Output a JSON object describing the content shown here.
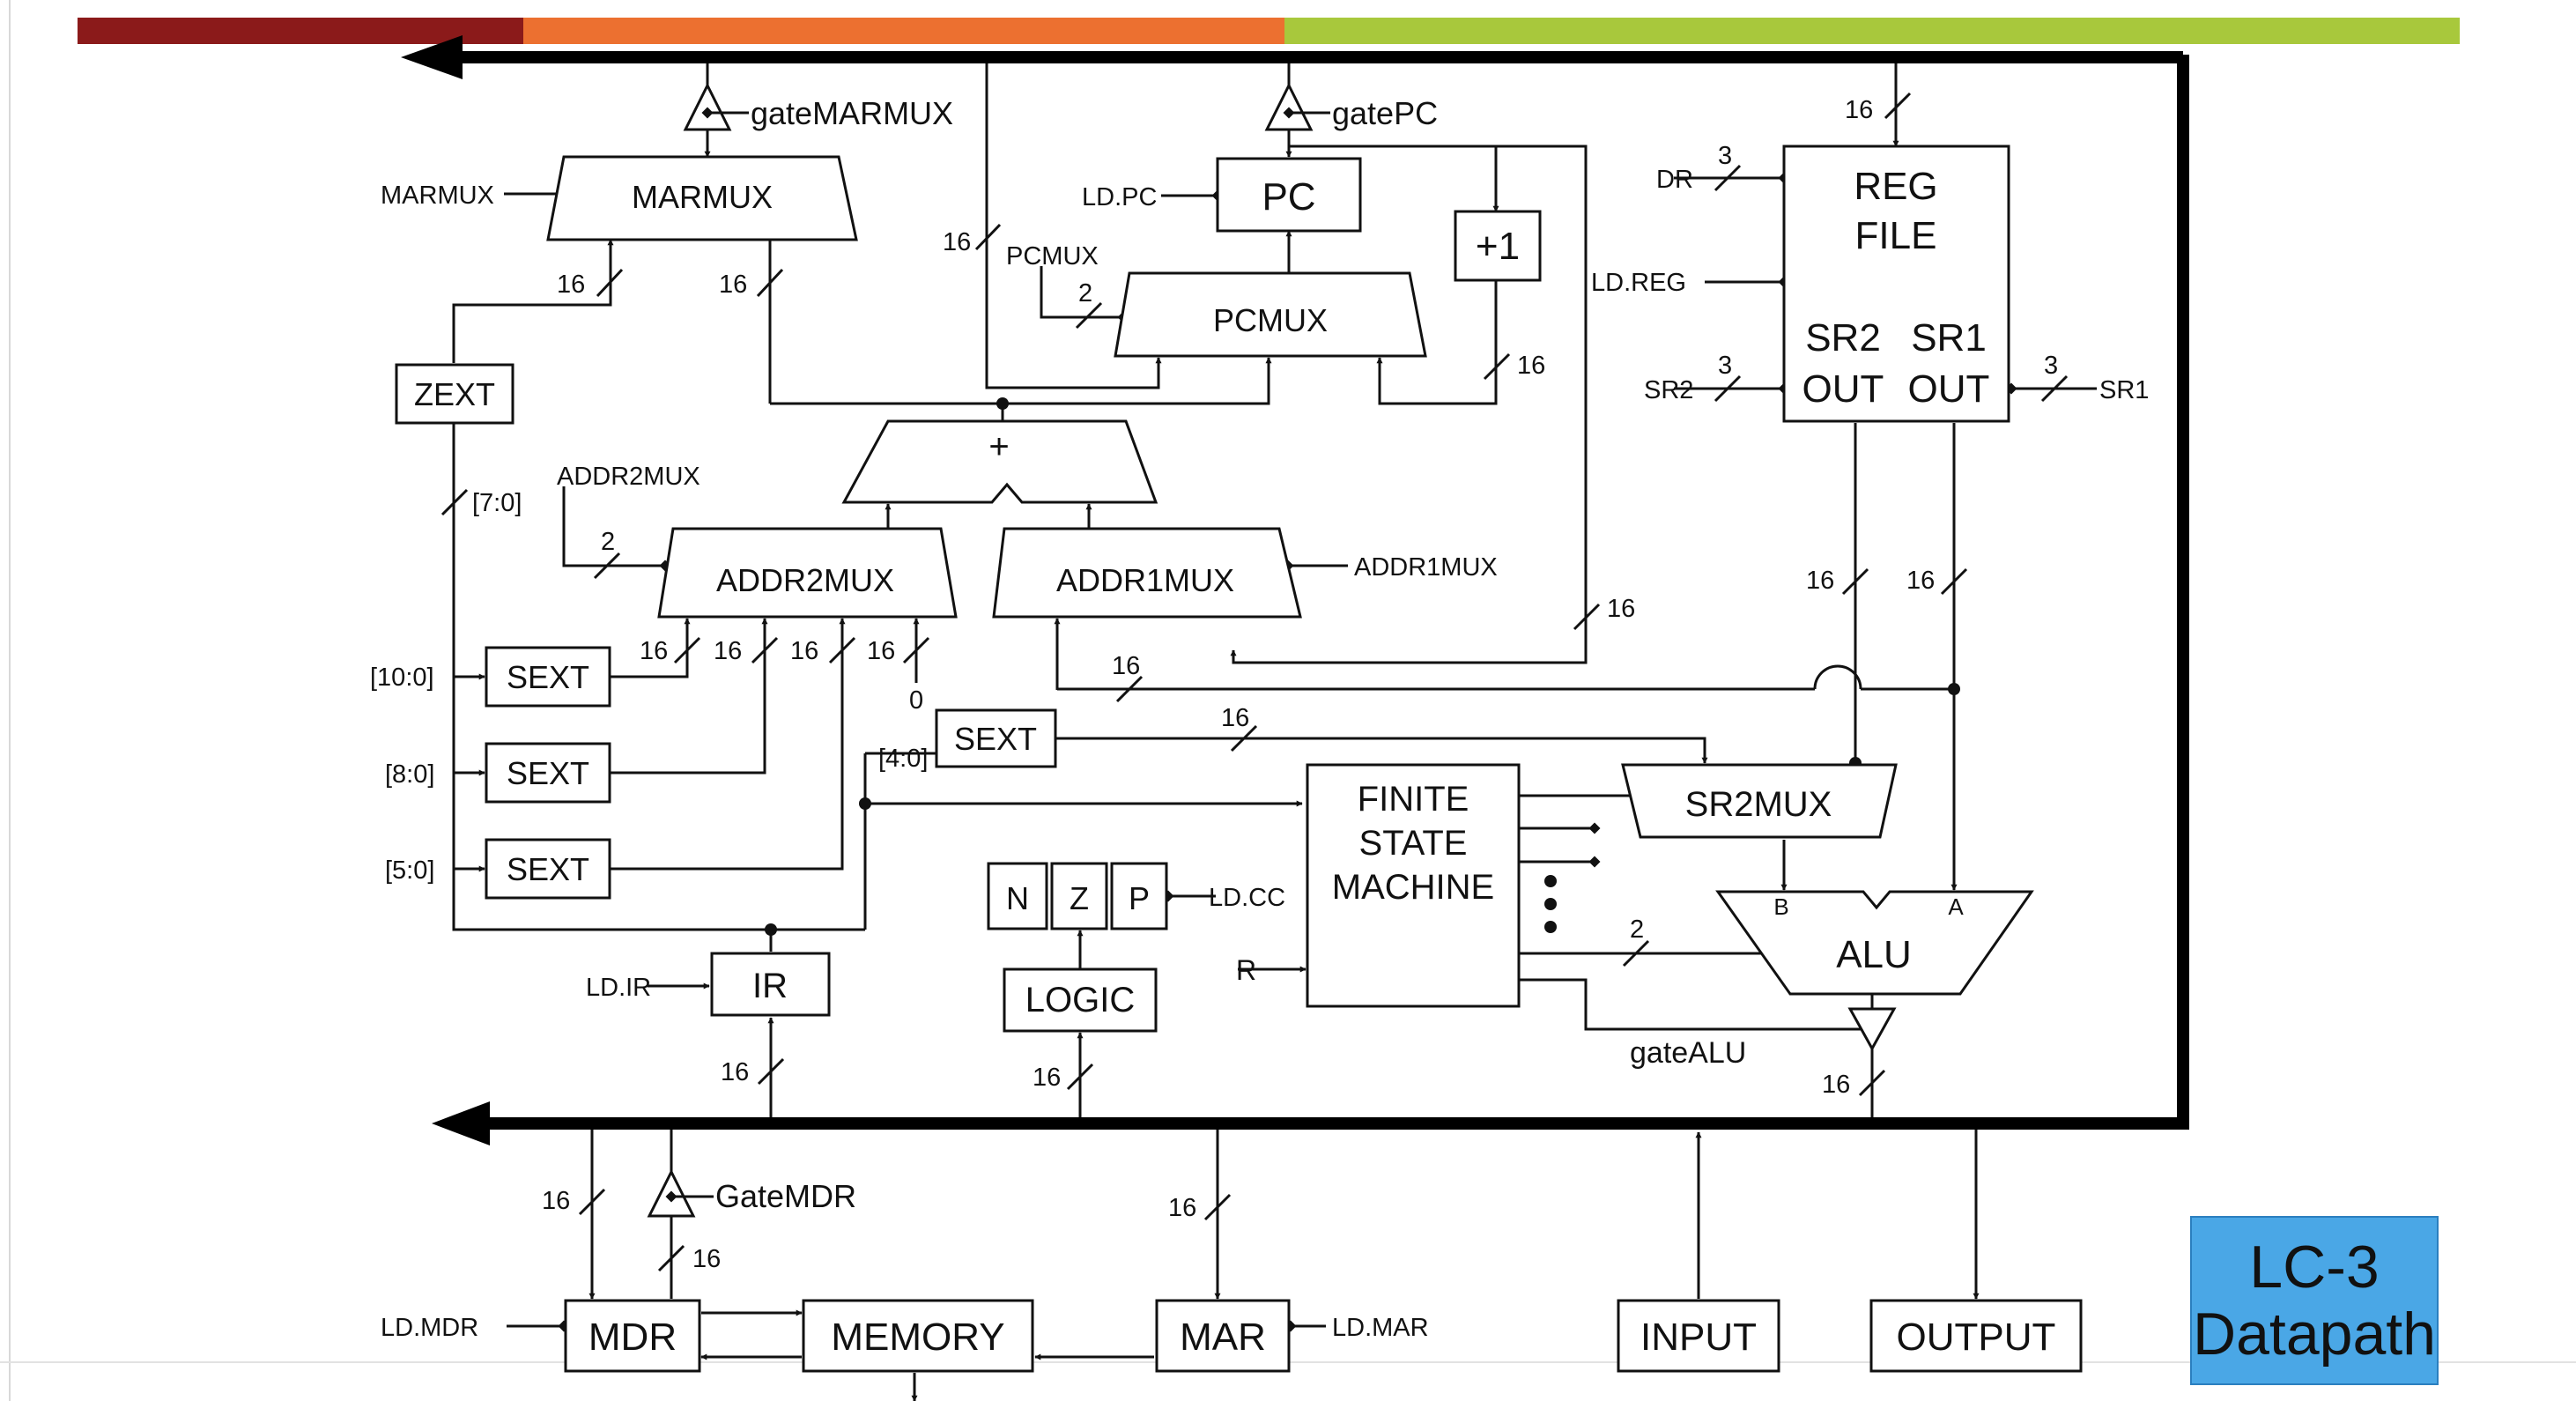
{
  "header_bar": {
    "colors": [
      "#8b1a1a",
      "#ec7030",
      "#a8c83c"
    ]
  },
  "labels": {
    "gate_marmux": "gateMARMUX",
    "gate_pc": "gatePC",
    "gate_mdr": "GateMDR",
    "gate_alu": "gateALU",
    "marmux_ctrl": "MARMUX",
    "ld_pc": "LD.PC",
    "pcmux_ctrl": "PCMUX",
    "ld_reg": "LD.REG",
    "dr": "DR",
    "sr2": "SR2",
    "sr1": "SR1",
    "addr2mux_ctrl": "ADDR2MUX",
    "addr1mux_ctrl": "ADDR1MUX",
    "ld_ir": "LD.IR",
    "ld_cc": "LD.CC",
    "r": "R",
    "ld_mdr": "LD.MDR",
    "ld_mar": "LD.MAR",
    "bits_7_0": "[7:0]",
    "bits_10_0": "[10:0]",
    "bits_8_0": "[8:0]",
    "bits_5_0": "[5:0]",
    "bits_4_0": "[4:0]",
    "zero": "0",
    "alu_b": "B",
    "alu_a": "A"
  },
  "widths": {
    "w16": "16",
    "w3": "3",
    "w2": "2"
  },
  "blocks": {
    "marmux": "MARMUX",
    "pc": "PC",
    "plus_one": "+1",
    "pcmux": "PCMUX",
    "reg_file_1": "REG",
    "reg_file_2": "FILE",
    "reg_sr2": "SR2",
    "reg_sr1": "SR1",
    "reg_out1": "OUT",
    "reg_out2": "OUT",
    "zext": "ZEXT",
    "adder": "+",
    "addr2mux": "ADDR2MUX",
    "addr1mux": "ADDR1MUX",
    "sext": "SEXT",
    "fsm_1": "FINITE",
    "fsm_2": "STATE",
    "fsm_3": "MACHINE",
    "sr2mux": "SR2MUX",
    "n": "N",
    "z": "Z",
    "p": "P",
    "alu": "ALU",
    "logic": "LOGIC",
    "ir": "IR",
    "mdr": "MDR",
    "memory": "MEMORY",
    "mar": "MAR",
    "input": "INPUT",
    "output": "OUTPUT"
  },
  "title": {
    "line1": "LC-3",
    "line2": "Datapath"
  }
}
